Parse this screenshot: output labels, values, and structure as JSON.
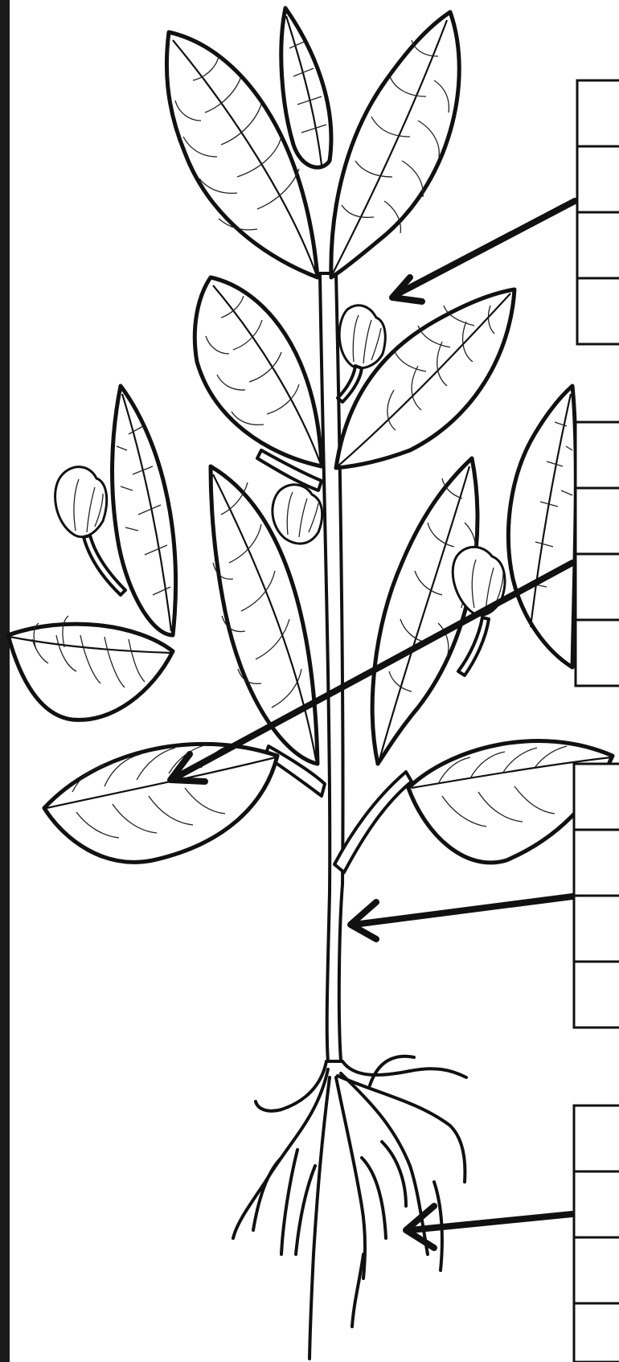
{
  "diagram": {
    "kind": "plant-parts-labeling-worksheet",
    "ink_color": "#111111",
    "background_color": "#ffffff",
    "label_boxes": [
      {
        "target": "flower",
        "answer": "",
        "cells": 4
      },
      {
        "target": "leaf",
        "answer": "",
        "cells": 4
      },
      {
        "target": "stem",
        "answer": "",
        "cells": 4
      },
      {
        "target": "roots",
        "answer": "",
        "cells": 4
      }
    ]
  }
}
